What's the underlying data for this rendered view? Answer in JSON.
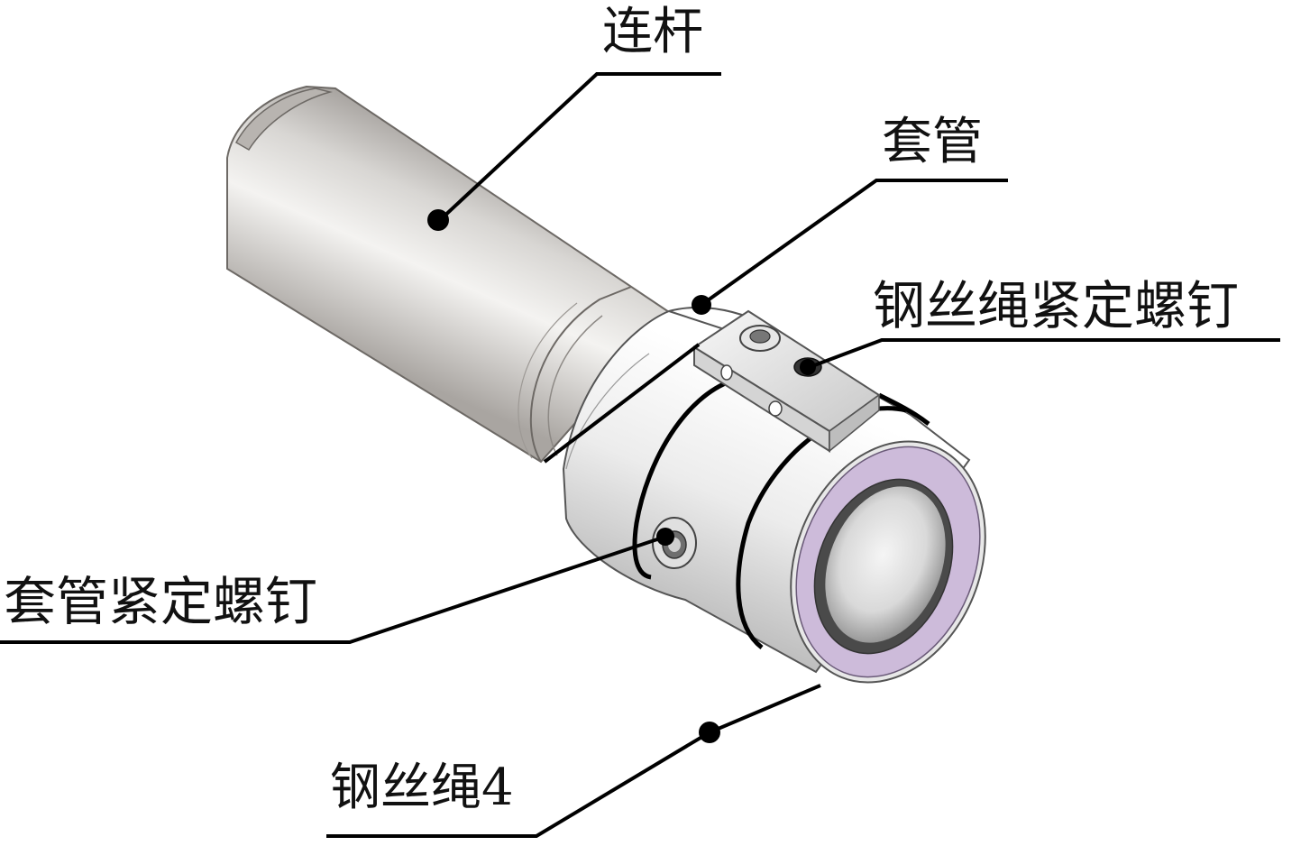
{
  "diagram": {
    "callouts": [
      {
        "id": "rod",
        "label": "连杆"
      },
      {
        "id": "sleeve",
        "label": "套管"
      },
      {
        "id": "wire_screw",
        "label": "钢丝绳紧定螺钉"
      },
      {
        "id": "sleeve_screw",
        "label": "套管紧定螺钉"
      },
      {
        "id": "wire_rope",
        "label": "钢丝绳4"
      }
    ]
  },
  "colors": {
    "line": "#000000",
    "metal_light": "#f2f2f2",
    "metal_dark": "#8a8580",
    "ring_face": "#c9b8d6"
  }
}
